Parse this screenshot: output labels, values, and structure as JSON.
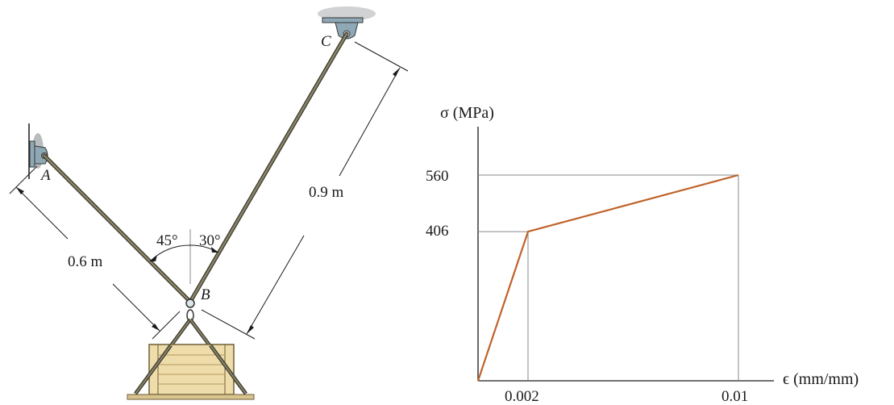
{
  "diagram": {
    "points": {
      "a": "A",
      "b": "B",
      "c": "C"
    },
    "dims": {
      "ab_length": "0.6 m",
      "bc_length": "0.9 m"
    },
    "angles": {
      "left": "45°",
      "right": "30°"
    },
    "colors": {
      "cable": "#6e6a55",
      "cable_edge": "#3a382c",
      "support": "#8fa8b6",
      "wall_hatch": "#b9bcbe",
      "crate": "#eedcab",
      "crate_edge": "#6f5e36",
      "ink": "#1a1a1a"
    }
  },
  "chart": {
    "y_axis_label": "σ (MPa)",
    "x_axis_label": "ϵ (mm/mm)",
    "y_ticks": [
      "560",
      "406"
    ],
    "x_ticks": [
      "0.002",
      "0.01"
    ],
    "line_color": "#c0622a",
    "guide_color": "#8a8a8a"
  },
  "chart_data": {
    "type": "line",
    "x": [
      0,
      0.002,
      0.01
    ],
    "y": [
      0,
      406,
      560
    ],
    "xlabel": "ϵ (mm/mm)",
    "ylabel": "σ (MPa)",
    "xticks": [
      0.002,
      0.01
    ],
    "yticks": [
      406,
      560
    ]
  }
}
